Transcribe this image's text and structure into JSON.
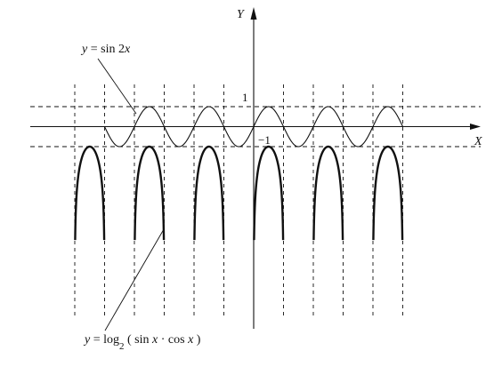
{
  "chart_data": {
    "type": "line",
    "axes": {
      "x_label": "X",
      "y_label": "Y"
    },
    "ticks": {
      "y_top": "1",
      "y_bottom": "−1"
    },
    "series": [
      {
        "name": "y = sin 2x",
        "label": {
          "prefix": "y",
          "eq": " = sin 2",
          "var": "x"
        },
        "formula": "sin(2x)",
        "x_range": [
          -7.85,
          7.85
        ],
        "y_range": [
          -1,
          1
        ]
      },
      {
        "name": "y = log2 ( sin x · cos x )",
        "label": {
          "prefix": "y",
          "eq": " = log",
          "sub": "2",
          "body_open": " ( sin ",
          "x1": "x",
          "dot": " · cos ",
          "x2": "x",
          "body_close": " )"
        },
        "formula": "log2(sin x · cos x)",
        "defined_where": "sin 2x > 0",
        "max_value": -1,
        "arch_count": 6
      }
    ],
    "guide_lines": {
      "horizontal": [
        1,
        -1
      ],
      "vertical_at": "x = kπ/2",
      "vertical_count": 12
    },
    "grid": false,
    "legend": "annotations with leader lines"
  }
}
